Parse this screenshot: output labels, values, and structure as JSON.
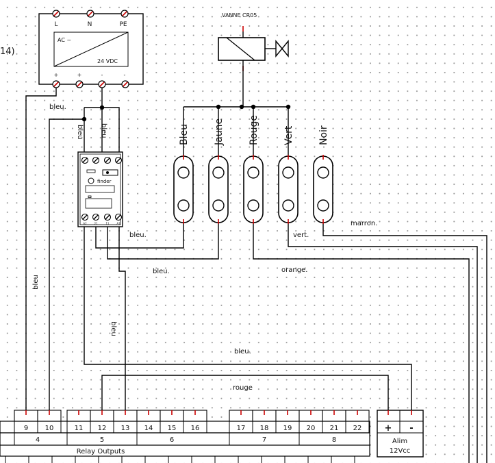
{
  "partial_label": "14)",
  "power_supply": {
    "top_terminals": [
      "L",
      "N",
      "PE"
    ],
    "ac_label": "AC ~",
    "dc_label": "24 VDC",
    "bottom_terminals": [
      "+",
      "+",
      "-",
      "-"
    ]
  },
  "valve": {
    "label": "VANNE CR05"
  },
  "relay": {
    "brand": "finder",
    "pin_labels": [
      "A2",
      "21",
      "11",
      "A1"
    ]
  },
  "cable_colors": [
    "Bleu",
    "Jaune",
    "Rouge",
    "Vert",
    "Noir"
  ],
  "wire_labels": {
    "bleu_top": "bleu.",
    "bleu_vert_1": "bleu",
    "bleu_vert_2": "bleu",
    "bleu_left": "bleu",
    "bleu_mid": "bleu",
    "bleu_relay": "bleu.",
    "bleu_low": "bleu.",
    "bleu_bottom": "bleu.",
    "vert": "vert.",
    "marron": "marron.",
    "orange": "orange.",
    "rouge": "rouge"
  },
  "terminal_block": {
    "groups": [
      {
        "terminals": [
          "9",
          "10"
        ],
        "number": "4"
      },
      {
        "terminals": [
          "11",
          "12",
          "13"
        ],
        "number": "5"
      },
      {
        "terminals": [
          "14",
          "15",
          "16"
        ],
        "number": "6"
      },
      {
        "terminals": [
          "17",
          "18",
          "19"
        ],
        "number": "7"
      },
      {
        "terminals": [
          "20",
          "21",
          "22"
        ],
        "number": "8"
      }
    ],
    "relay_outputs_label": "Relay Outputs",
    "alim_plus": "+",
    "alim_minus": "-",
    "alim_label_1": "Alim",
    "alim_label_2": "12Vcc"
  }
}
